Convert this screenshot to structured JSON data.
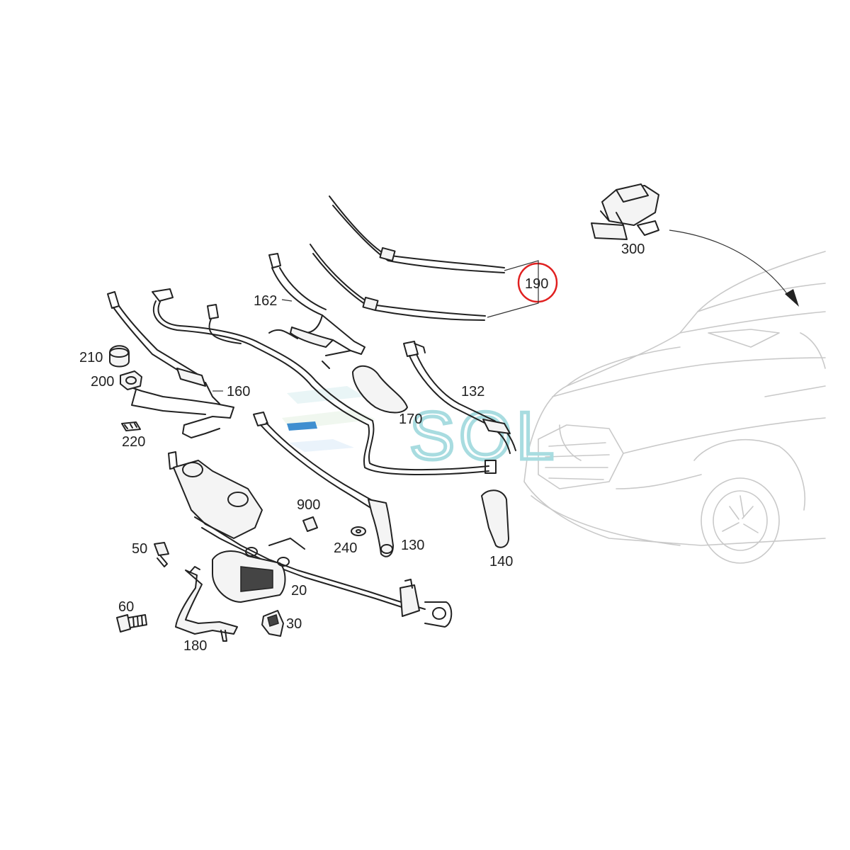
{
  "labels": {
    "p300": "300",
    "p190": "190",
    "p162": "162",
    "p210": "210",
    "p200": "200",
    "p160": "160",
    "p132": "132",
    "p170": "170",
    "p220": "220",
    "p900": "900",
    "p50": "50",
    "p240": "240",
    "p130": "130",
    "p140": "140",
    "p20": "20",
    "p60": "60",
    "p30": "30",
    "p180": "180"
  },
  "watermark": {
    "text": "SOL"
  },
  "highlight": {
    "color": "#e02020",
    "target": "190"
  },
  "colors": {
    "line": "#222222",
    "car_outline": "#c9c9c9",
    "watermark": "#a8dce0",
    "watermark_bar_1": "#3f8fd0",
    "watermark_bar_2": "#7cc67c"
  }
}
